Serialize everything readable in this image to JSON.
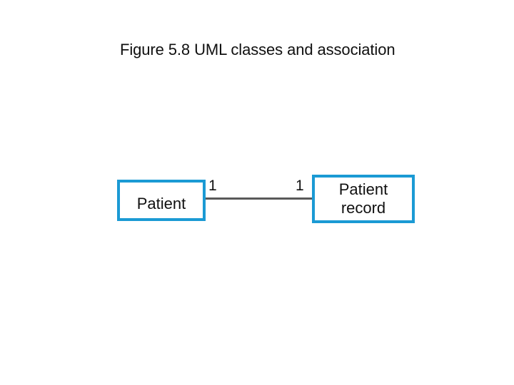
{
  "figure": {
    "title": "Figure 5.8 UML classes and association",
    "background_color": "#ffffff",
    "class_border_color": "#1b9ad4",
    "association_line_color": "#595959",
    "text_color": "#101010"
  },
  "diagram": {
    "type": "uml-class-diagram",
    "classes": [
      {
        "id": "patient",
        "name": "Patient"
      },
      {
        "id": "patient-record",
        "name": "Patient\nrecord"
      }
    ],
    "associations": [
      {
        "source": "patient",
        "target": "patient-record",
        "source_multiplicity": "1",
        "target_multiplicity": "1"
      }
    ]
  }
}
